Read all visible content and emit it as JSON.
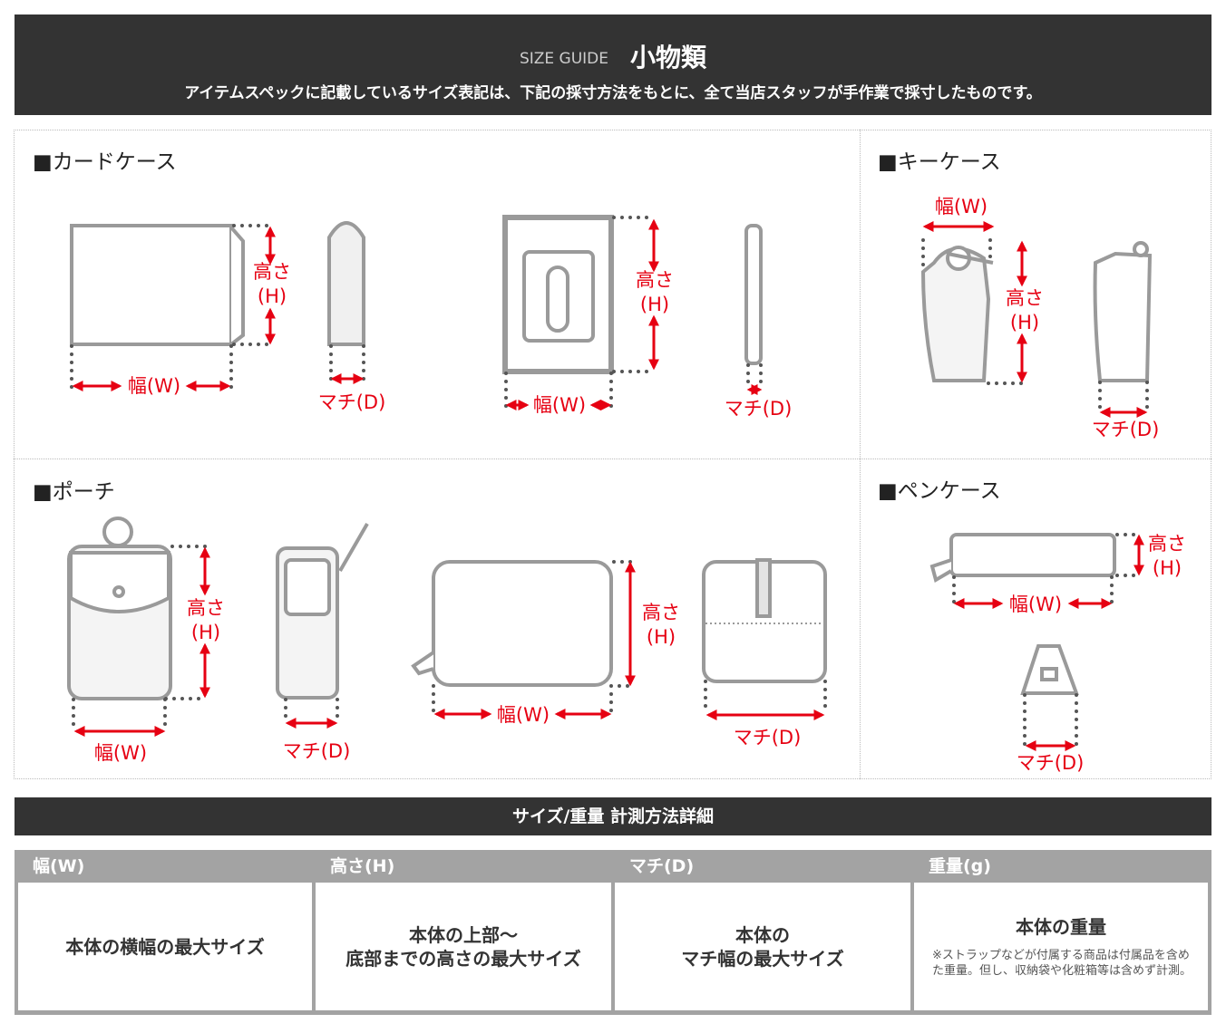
{
  "header": {
    "guide": "SIZE GUIDE",
    "category": "小物類",
    "subtitle": "アイテムスペックに記載しているサイズ表記は、下記の採寸方法をもとに、全て当店スタッフが手作業で採寸したものです。"
  },
  "sections": {
    "card": "■カードケース",
    "key": "■キーケース",
    "pouch": "■ポーチ",
    "pen": "■ペンケース"
  },
  "labels": {
    "height1": "高さ",
    "height2": "(H)",
    "width": "幅(W)",
    "depth": "マチ(D)"
  },
  "colors": {
    "accent": "#e60012",
    "dark": "#333333",
    "gray": "#a3a3a3"
  },
  "details": {
    "title": "サイズ/重量 計測方法詳細",
    "columns": [
      {
        "header": "幅(W)",
        "body1": "本体の横幅の最大サイズ",
        "body2": ""
      },
      {
        "header": "高さ(H)",
        "body1": "本体の上部～",
        "body2": "底部までの高さの最大サイズ"
      },
      {
        "header": "マチ(D)",
        "body1": "本体の",
        "body2": "マチ幅の最大サイズ"
      },
      {
        "header": "重量(g)",
        "body1": "本体の重量",
        "note": "※ストラップなどが付属する商品は付属品を含めた重量。但し、収納袋や化粧箱等は含めず計測。"
      }
    ]
  }
}
